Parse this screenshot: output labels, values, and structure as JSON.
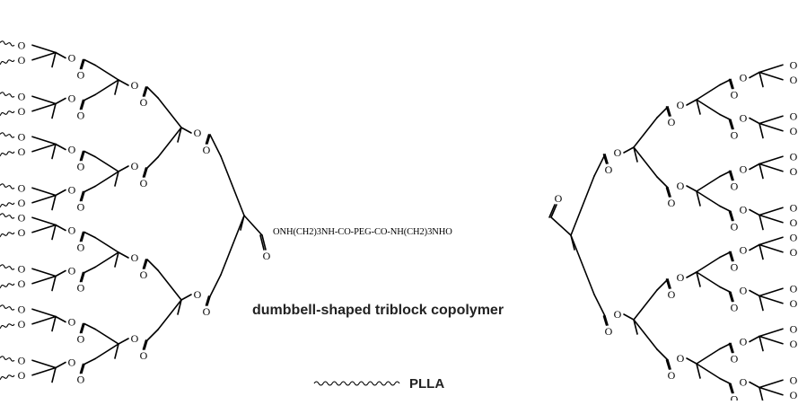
{
  "diagram": {
    "linker_text": "ONH(CH2)3NH-CO-PEG-CO-NH(CH2)3NHO",
    "caption": "dumbbell-shaped triblock copolymer",
    "legend_label": "PLLA",
    "atom_label": "O"
  }
}
